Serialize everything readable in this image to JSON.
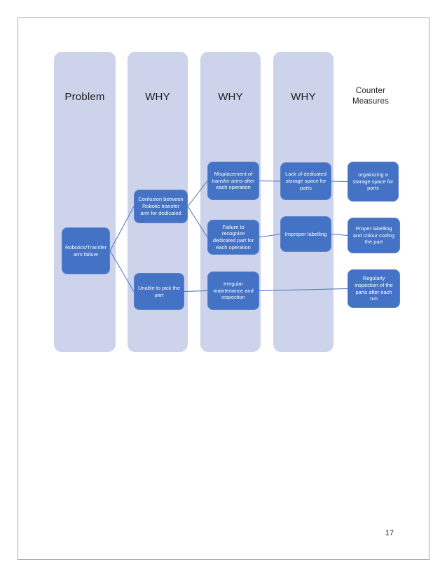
{
  "page": {
    "number": "17"
  },
  "diagram": {
    "columns": [
      {
        "id": "problem",
        "label": "Problem",
        "has_band": true
      },
      {
        "id": "why1",
        "label": "WHY",
        "has_band": true
      },
      {
        "id": "why2",
        "label": "WHY",
        "has_band": true
      },
      {
        "id": "why3",
        "label": "WHY",
        "has_band": true
      },
      {
        "id": "counter-measures",
        "label": "Counter Measures",
        "has_band": false
      }
    ],
    "nodes": {
      "robotics": {
        "column": "problem",
        "label": "Robotics/Transfer arm failure"
      },
      "confusion": {
        "column": "why1",
        "label": "Confusion between Robotic transfer arm for dedicated"
      },
      "unable": {
        "column": "why1",
        "label": "Unable to pick the part"
      },
      "misplacement": {
        "column": "why2",
        "label": "Misplacement of transfer arms after each operation"
      },
      "failure": {
        "column": "why2",
        "label": "Failure to recognize dedicated part for each operation"
      },
      "irregular": {
        "column": "why2",
        "label": "Irregular maintenance and inspection"
      },
      "lack": {
        "column": "why3",
        "label": "Lack of dedicated storage space for parts"
      },
      "improper": {
        "column": "why3",
        "label": "Improper labelling"
      },
      "organizing": {
        "column": "counter-measures",
        "label": "orgainizing a starage space for parts"
      },
      "proper": {
        "column": "counter-measures",
        "label": "Proper labelling and colour coding the part"
      },
      "regularly": {
        "column": "counter-measures",
        "label": "Regularly inspection of the parts after each run"
      }
    },
    "connections": [
      [
        "robotics",
        "confusion"
      ],
      [
        "robotics",
        "unable"
      ],
      [
        "confusion",
        "misplacement"
      ],
      [
        "confusion",
        "failure"
      ],
      [
        "unable",
        "irregular"
      ],
      [
        "misplacement",
        "lack"
      ],
      [
        "failure",
        "improper"
      ],
      [
        "lack",
        "organizing"
      ],
      [
        "improper",
        "proper"
      ],
      [
        "irregular",
        "regularly"
      ]
    ],
    "colors": {
      "band": "#ccd3ea",
      "node_fill": "#4472c4",
      "node_border": "#5b82cd",
      "node_text": "#ffffff",
      "connector": "#4472c4",
      "page_border": "#a8a8a8"
    }
  }
}
